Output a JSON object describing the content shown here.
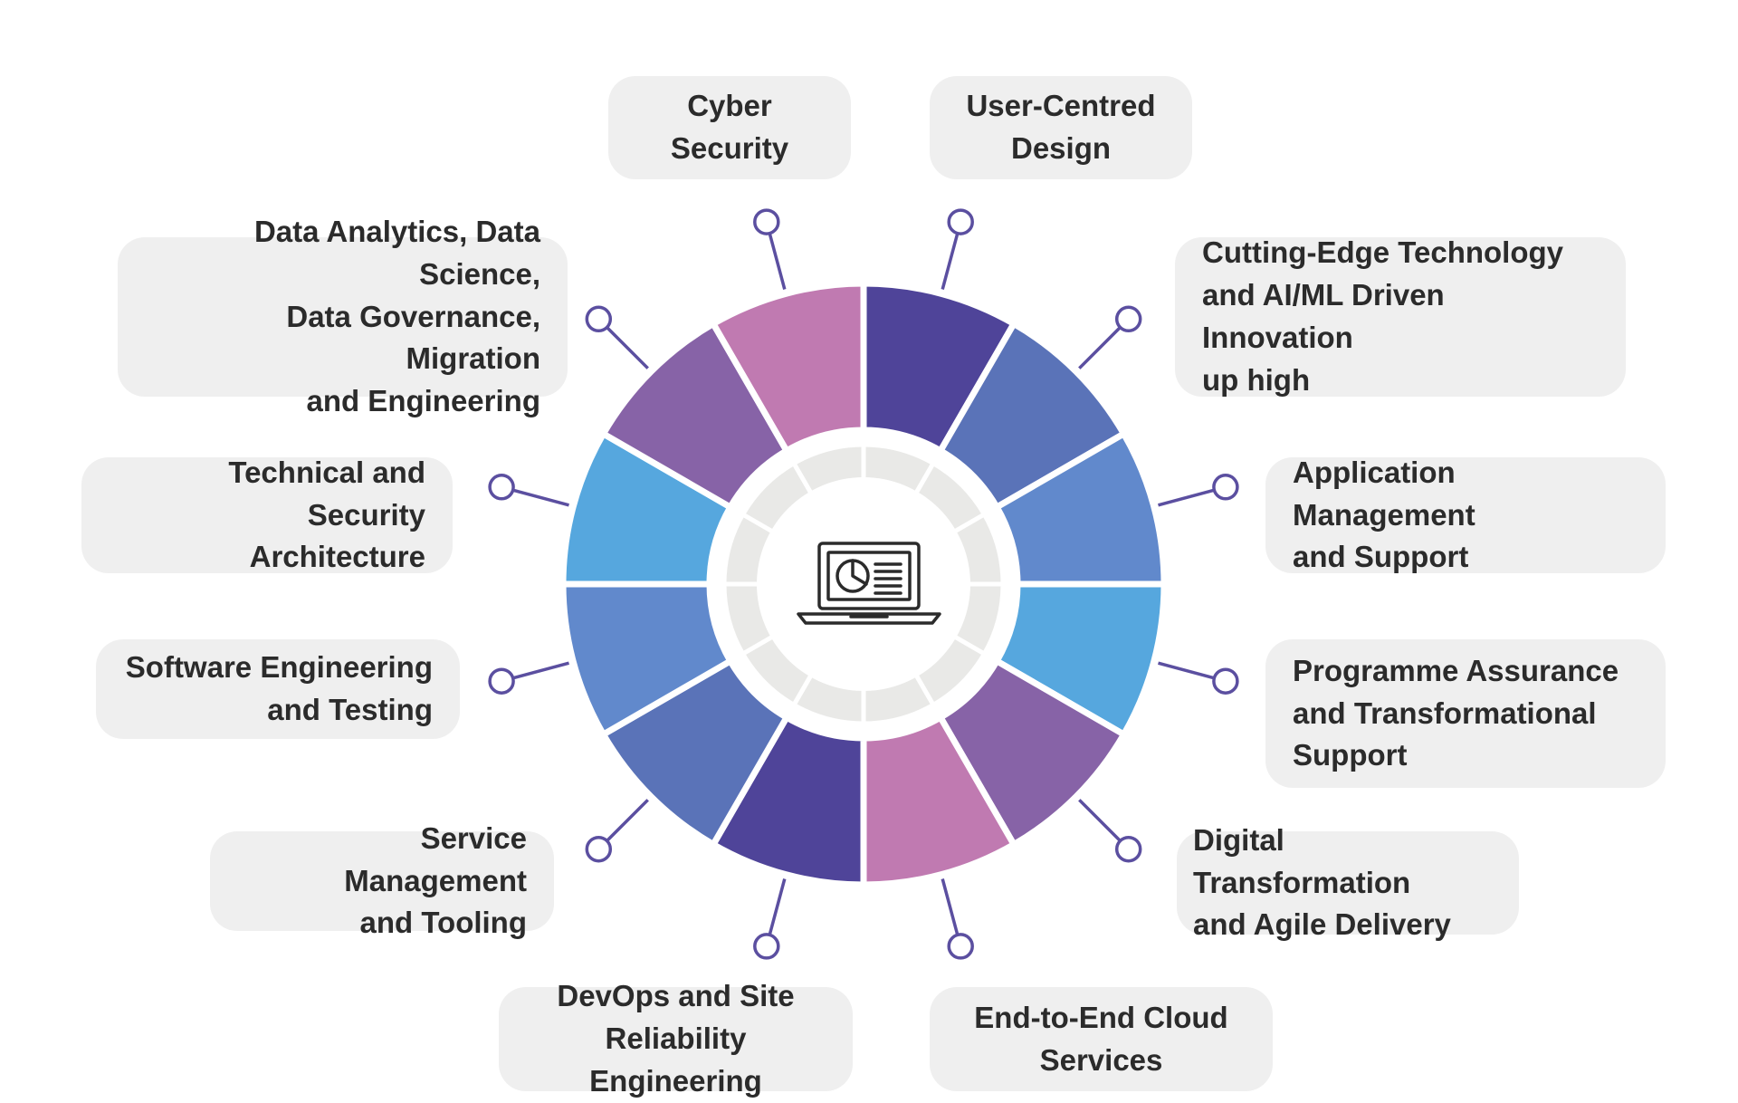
{
  "diagram": {
    "center_icon": "laptop-chart-icon",
    "colors": {
      "pink": "#c07ab1",
      "dark_purple": "#4f4499",
      "mid_blue": "#5a73b8",
      "blue": "#6189cc",
      "sky": "#56a7de",
      "purple": "#8763a7",
      "ring_gray": "#e9e9e7",
      "connector": "#5b4fa0",
      "box_bg": "#efefef"
    },
    "services": [
      {
        "id": "cyber-security",
        "label": "Cyber Security"
      },
      {
        "id": "user-centred-design",
        "label": "User-Centred\nDesign"
      },
      {
        "id": "cutting-edge-technology",
        "label": "Cutting-Edge Technology\nand AI/ML Driven Innovation\nup high"
      },
      {
        "id": "application-management",
        "label": "Application Management\nand Support"
      },
      {
        "id": "programme-assurance",
        "label": "Programme Assurance\nand Transformational\nSupport"
      },
      {
        "id": "digital-transformation",
        "label": "Digital Transformation\nand Agile Delivery"
      },
      {
        "id": "end-to-end-cloud",
        "label": "End-to-End Cloud\nServices"
      },
      {
        "id": "devops-sre",
        "label": "DevOps and Site\nReliability Engineering"
      },
      {
        "id": "service-management",
        "label": "Service Management\nand Tooling"
      },
      {
        "id": "software-engineering",
        "label": "Software Engineering\nand Testing"
      },
      {
        "id": "technical-security-architecture",
        "label": "Technical and Security\nArchitecture"
      },
      {
        "id": "data-analytics",
        "label": "Data Analytics, Data Science,\nData Governance, Migration\nand Engineering"
      }
    ]
  }
}
